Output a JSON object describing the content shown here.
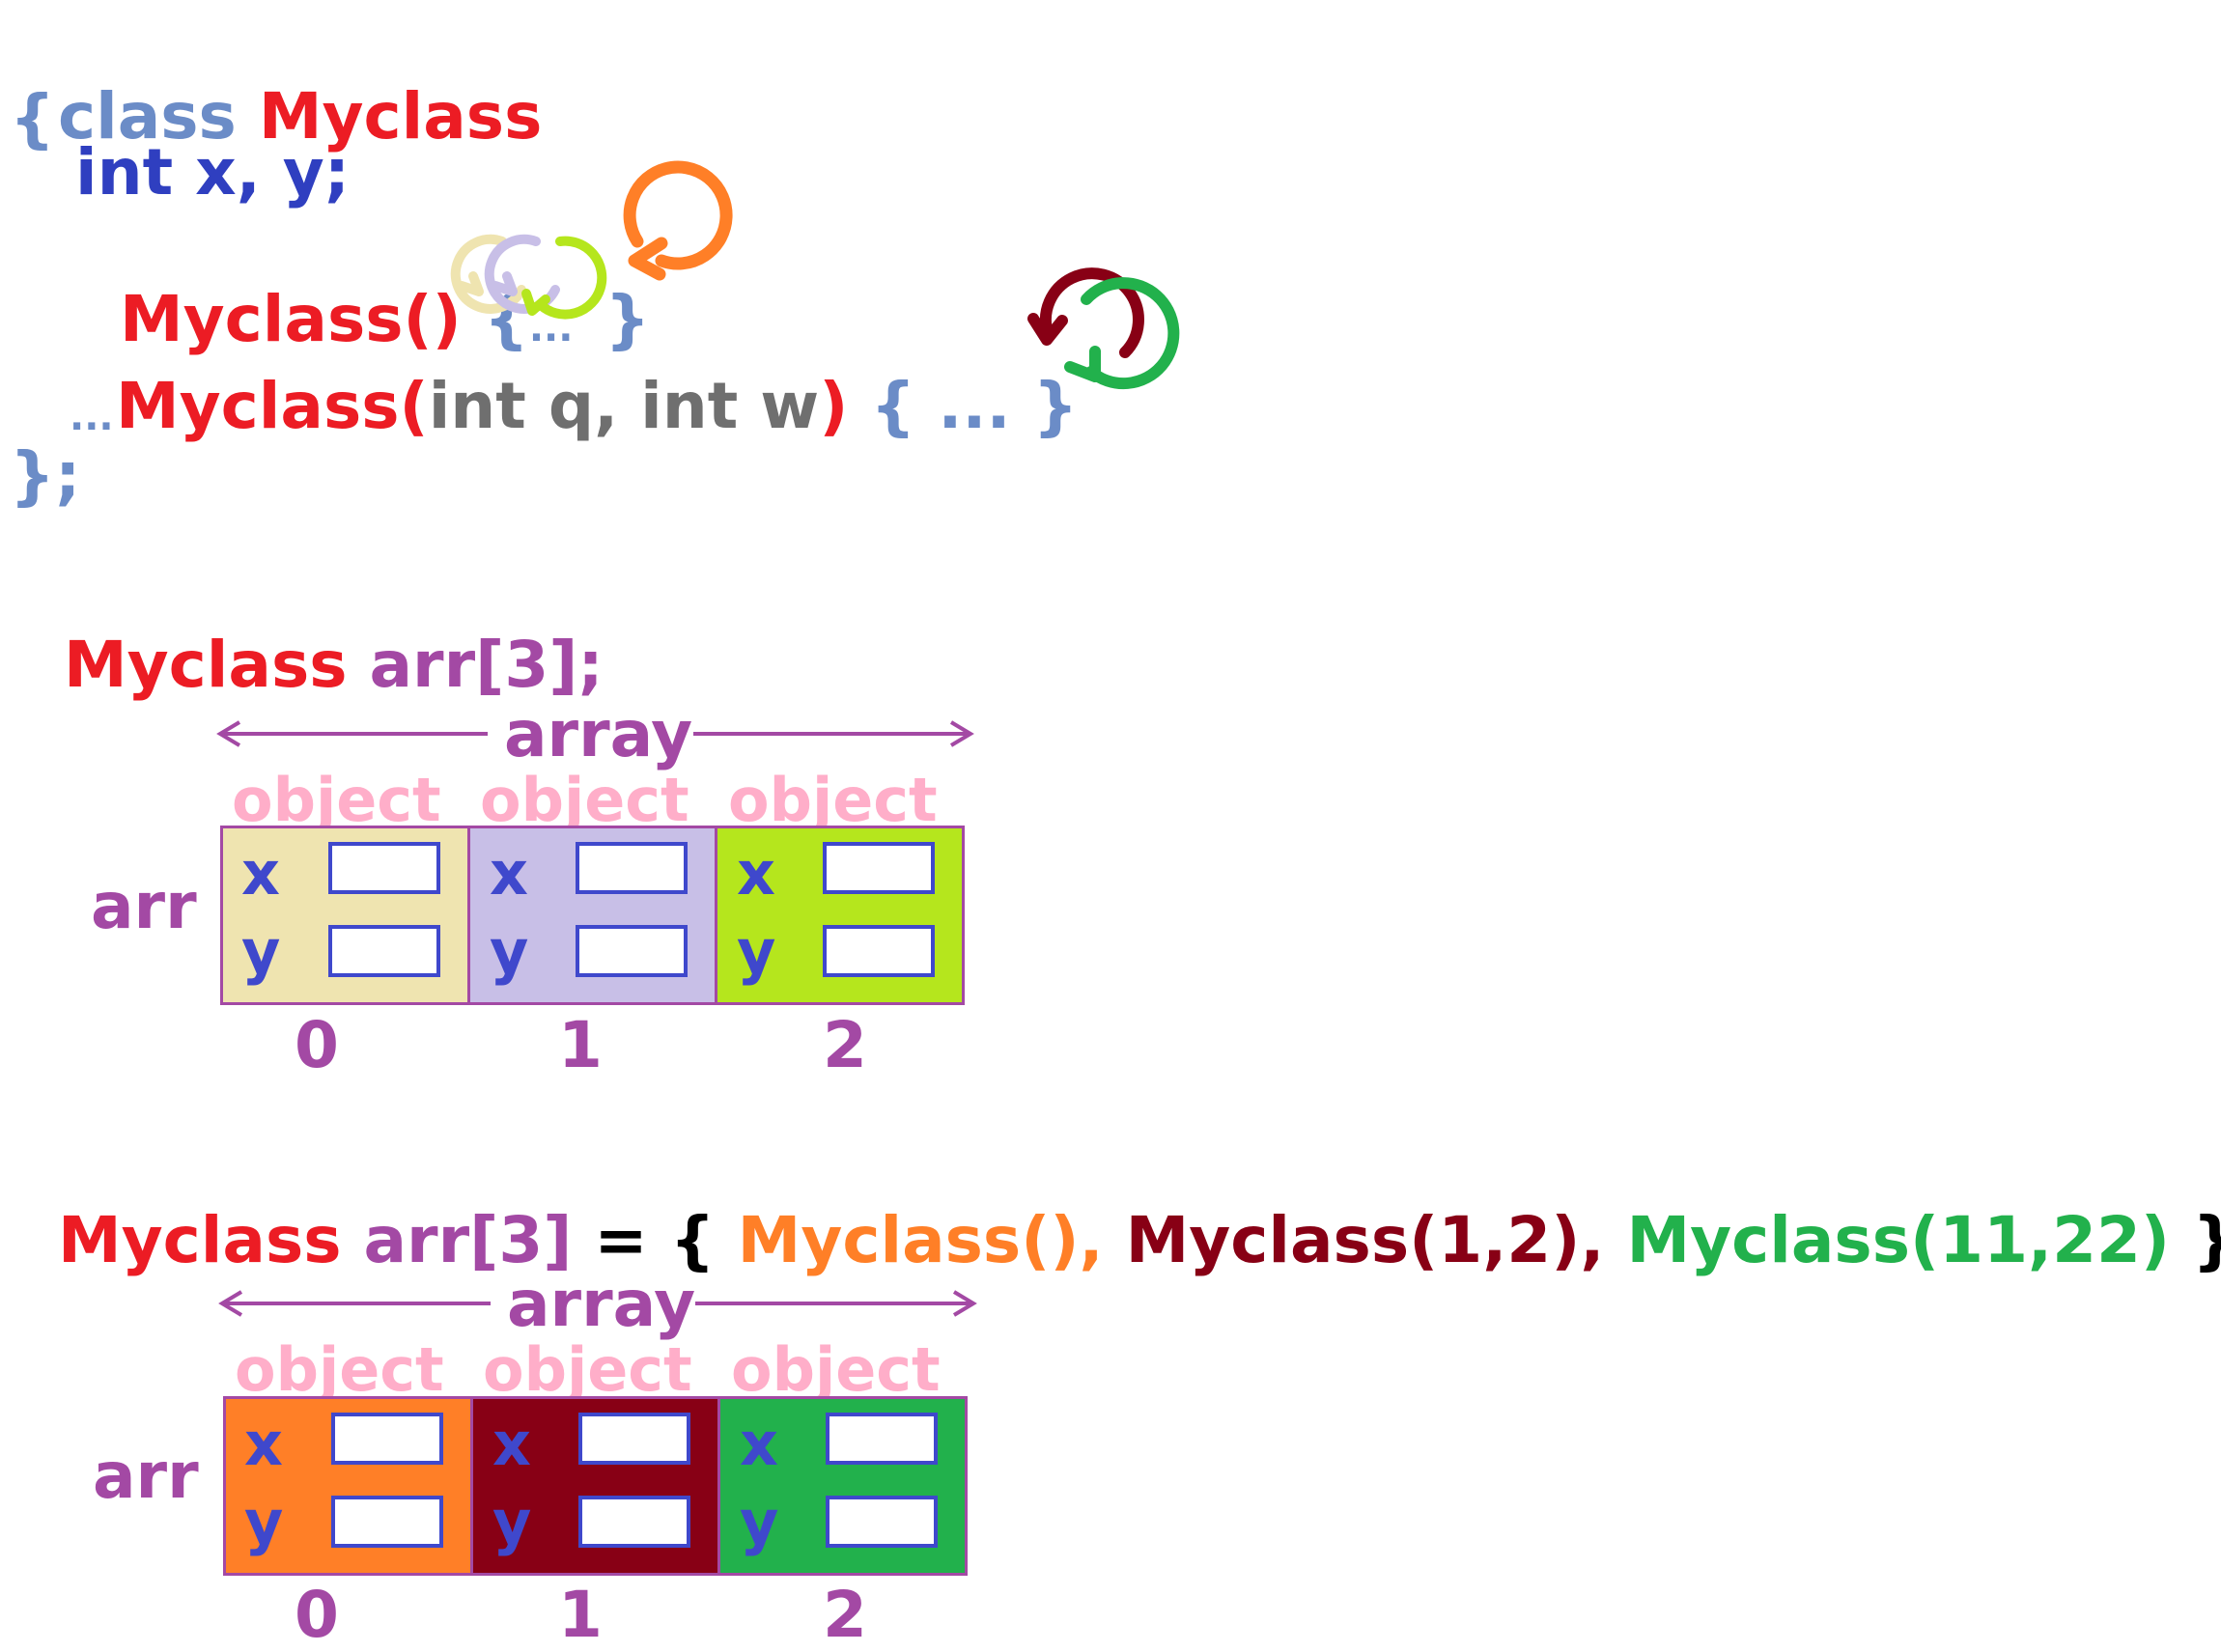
{
  "code": {
    "line1_kw": "class",
    "line1_name": "Myclass",
    "open_brace": "{",
    "members": "int x, y;",
    "ctor_default_name": "Myclass()",
    "ctor_default_body_open": "{",
    "ctor_default_body_dots": "...",
    "ctor_default_body_close": "}",
    "ctor_param_name": "Myclass(",
    "ctor_param_args": "int q, int w",
    "ctor_param_close": ")",
    "ctor_param_body": "{ ... }",
    "ellipsis": "...",
    "close": "};"
  },
  "decl1": {
    "type": "Myclass",
    "rest": "arr[3];"
  },
  "decl2": {
    "type": "Myclass",
    "var": "arr[3]",
    "eq": "= {",
    "init1": "Myclass(),",
    "init2": "Myclass(1,2),",
    "init3": "Myclass(11,22)",
    "close": "}"
  },
  "diagram1": {
    "array_label": "array",
    "name": "arr",
    "object_labels": [
      "object",
      "object",
      "object"
    ],
    "fields": [
      "x",
      "y"
    ],
    "indices": [
      "0",
      "1",
      "2"
    ],
    "cell_colors": [
      "#efe4b0",
      "#c8bfe7",
      "#b5e61d"
    ]
  },
  "diagram2": {
    "array_label": "array",
    "name": "arr",
    "object_labels": [
      "object",
      "object",
      "object"
    ],
    "fields": [
      "x",
      "y"
    ],
    "indices": [
      "0",
      "1",
      "2"
    ],
    "cell_colors": [
      "#ff7f27",
      "#880015",
      "#22b14c"
    ]
  },
  "colors": {
    "keyword": "#6b8cc7",
    "class_name": "#ec1c24",
    "array_purple": "#a349a4",
    "object_pink": "#ffaec9",
    "field_blue": "#3f48cc",
    "default_ctor": "#ff7f27",
    "ctor_1_2": "#880015",
    "ctor_11_22": "#22b14c"
  }
}
